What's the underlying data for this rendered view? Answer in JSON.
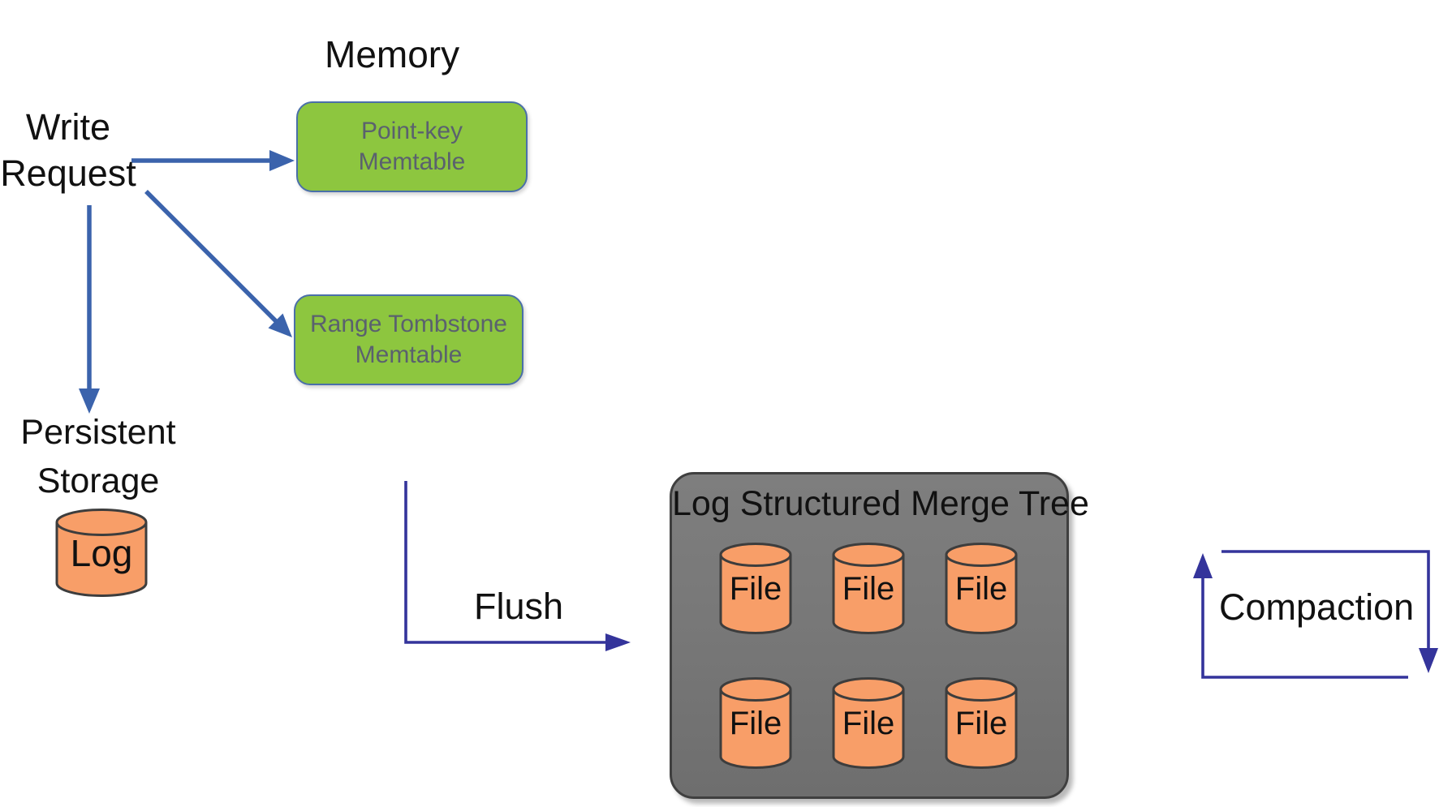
{
  "diagram": {
    "memory_section": {
      "title": "Memory"
    },
    "write_request": {
      "line1": "Write",
      "line2": "Request"
    },
    "memtables": [
      {
        "line1": "Point-key",
        "line2": "Memtable"
      },
      {
        "line1": "Range Tombstone",
        "line2": "Memtable"
      }
    ],
    "persistent_storage": {
      "line1": "Persistent",
      "line2": "Storage",
      "log_label": "Log"
    },
    "flush_label": "Flush",
    "lsm": {
      "title": "Log Structured Merge Tree",
      "files": [
        "File",
        "File",
        "File",
        "File",
        "File",
        "File"
      ]
    },
    "compaction_label": "Compaction",
    "colors": {
      "arrow_blue": "#3B63AC",
      "arrow_indigo": "#34349B",
      "memtable_green": "#8DC63F",
      "memtable_border": "#4A6FA9",
      "memtable_text": "#5A616E",
      "cylinder_orange": "#F89E68",
      "cylinder_stroke": "#3D3D3D",
      "lsm_gray": "#787878",
      "lsm_border": "#3F3F3F",
      "text_black": "#111111"
    }
  }
}
